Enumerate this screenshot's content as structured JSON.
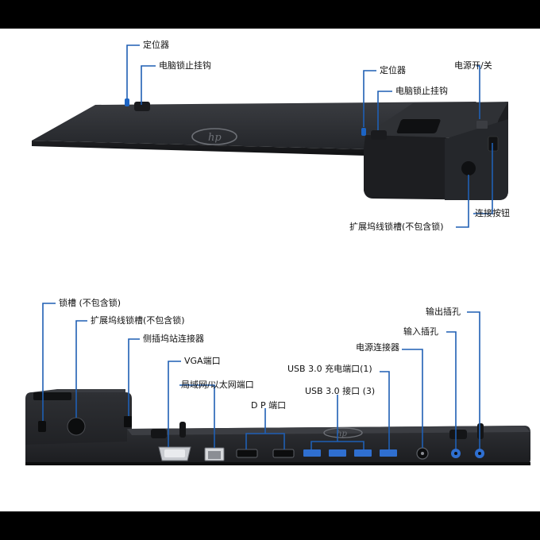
{
  "colors": {
    "background": "#000000",
    "panel": "#ffffff",
    "leader_line": "#1f5fb4",
    "dock_body": "#2b2d31",
    "dock_dark": "#1a1b1e",
    "usb_port": "#2f6fd0"
  },
  "brand": {
    "logo": "hp-logo"
  },
  "top_view": {
    "labels": {
      "locator_left": "定位器",
      "hook_left": "电脑锁止挂钩",
      "locator_right": "定位器",
      "hook_right": "电脑锁止挂钩",
      "power": "电源开/关",
      "connect_button": "连接按钮",
      "lock_slot": "扩展坞线锁槽(不包含锁)"
    }
  },
  "rear_view": {
    "labels": {
      "lock_slot": "锁槽 (不包含锁)",
      "dock_lock_slot": "扩展坞线锁槽(不包含锁)",
      "side_connector": "侧插坞站连接器",
      "vga": "VGA端口",
      "lan": "局域网/以太网端口",
      "dp": "D P 端口",
      "usb_charge": "USB 3.0 充电端口(1)",
      "usb": "USB 3.0 接口 (3)",
      "power_connector": "电源连接器",
      "audio_in": "输入插孔",
      "audio_out": "输出插孔"
    }
  }
}
